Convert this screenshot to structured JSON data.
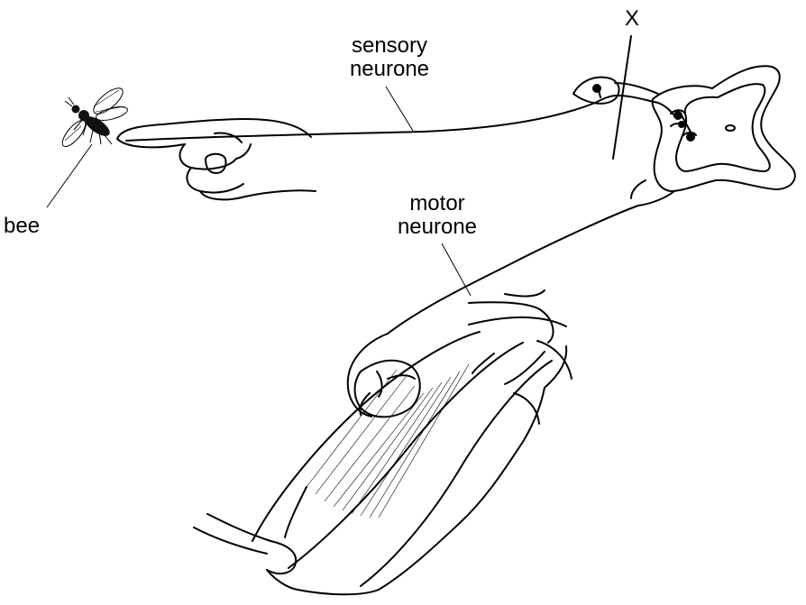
{
  "labels": {
    "sensory_line1": "sensory",
    "sensory_line2": "neurone",
    "motor_line1": "motor",
    "motor_line2": "neurone",
    "bee": "bee",
    "x_marker": "X"
  },
  "colors": {
    "ink": "#000000",
    "background": "#ffffff"
  }
}
